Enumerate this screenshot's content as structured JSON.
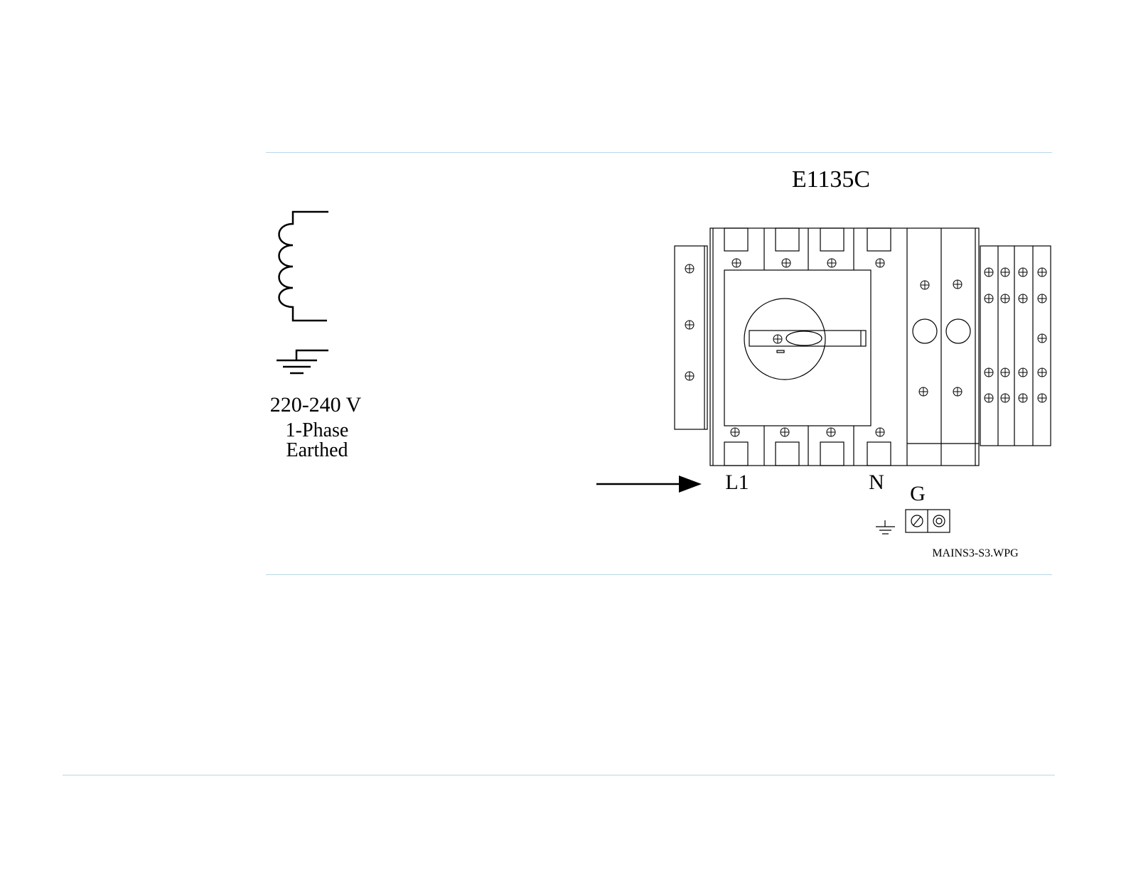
{
  "title": "E1135C",
  "supply": {
    "voltage": "220-240 V",
    "phase": "1-Phase",
    "earthing": "Earthed"
  },
  "terminals": {
    "line": "L1",
    "neutral": "N",
    "ground": "G"
  },
  "file_ref": "MAINS3-S3.WPG",
  "colors": {
    "rule": "#b8d8e8",
    "ink": "#000000"
  }
}
